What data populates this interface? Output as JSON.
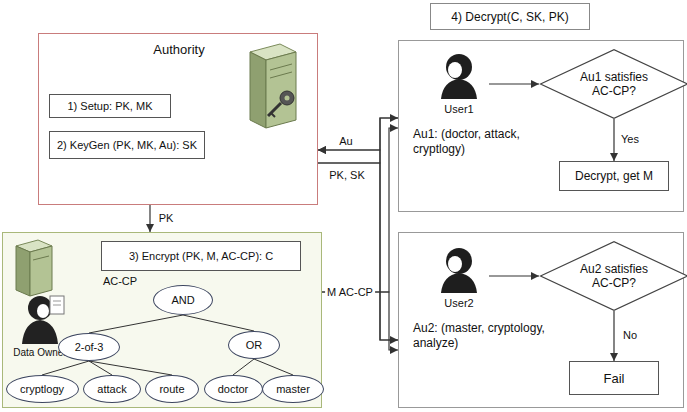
{
  "diagram": {
    "nodes": [
      {
        "text": [
          "Authority"
        ]
      },
      {
        "text": [
          "1) Setup: PK, MK"
        ],
        "in": 0
      },
      {
        "text": [
          "2) KeyGen (PK, MK, Au): SK"
        ],
        "in": 0
      },
      {
        "text": [
          "4) Decrypt(C, SK, PK)"
        ]
      },
      {
        "text": [
          "Au1: (doctor, attack, cryptlogy)"
        ]
      },
      {
        "text": [
          "User1"
        ],
        "in": 4
      },
      {
        "text": [
          "Au1 satisfies AC-CP?"
        ],
        "in": 4
      },
      {
        "text": [
          "Decrypt, get M"
        ],
        "in": 4
      },
      {
        "text": [
          "Au2: (master, cryptology, analyze)"
        ]
      },
      {
        "text": [
          "User2"
        ],
        "in": 8
      },
      {
        "text": [
          "Au2 satisfies AC-CP?"
        ],
        "in": 8
      },
      {
        "text": [
          "Fail"
        ],
        "in": 8
      },
      {
        "text": [
          "Data Owner"
        ]
      },
      {
        "text": [
          "3) Encrypt (PK, M, AC-CP): C"
        ],
        "in": 12
      },
      {
        "text": [
          "AND"
        ],
        "in": 12
      },
      {
        "text": [
          "2-of-3"
        ],
        "in": 12
      },
      {
        "text": [
          "OR"
        ],
        "in": 12
      },
      {
        "text": [
          "cryptlogy"
        ],
        "in": 12
      },
      {
        "text": [
          "attack"
        ],
        "in": 12
      },
      {
        "text": [
          "route"
        ],
        "in": 12
      },
      {
        "text": [
          "doctor"
        ],
        "in": 12
      },
      {
        "text": [
          "master"
        ],
        "in": 12
      }
    ],
    "edges": [
      {
        "from": 0,
        "to": 12,
        "arrow": "to",
        "label": "PK"
      },
      {
        "from": 4,
        "to": 0,
        "arrow": "to",
        "label": "Au"
      },
      {
        "from": 0,
        "to": 4,
        "arrow": "to",
        "label": "PK, SK"
      },
      {
        "from": 8,
        "to": 0,
        "arrow": "to"
      },
      {
        "from": 0,
        "to": 8,
        "arrow": "to"
      },
      {
        "from": 12,
        "to": 4,
        "arrow": "to",
        "label": "M AC-CP"
      },
      {
        "from": 12,
        "to": 8,
        "arrow": "to"
      },
      {
        "from": 14,
        "to": 15,
        "arrow": "none"
      },
      {
        "from": 14,
        "to": 16,
        "arrow": "none"
      },
      {
        "from": 15,
        "to": 17,
        "arrow": "none"
      },
      {
        "from": 15,
        "to": 18,
        "arrow": "none"
      },
      {
        "from": 15,
        "to": 19,
        "arrow": "none"
      },
      {
        "from": 16,
        "to": 20,
        "arrow": "none"
      },
      {
        "from": 16,
        "to": 21,
        "arrow": "none"
      },
      {
        "from": 5,
        "to": 6,
        "arrow": "to"
      },
      {
        "from": 6,
        "to": 7,
        "arrow": "to",
        "label": "Yes"
      },
      {
        "from": 9,
        "to": 10,
        "arrow": "to"
      },
      {
        "from": 10,
        "to": 11,
        "arrow": "to",
        "label": "No"
      }
    ],
    "labels": [
      "AC-CP"
    ]
  }
}
